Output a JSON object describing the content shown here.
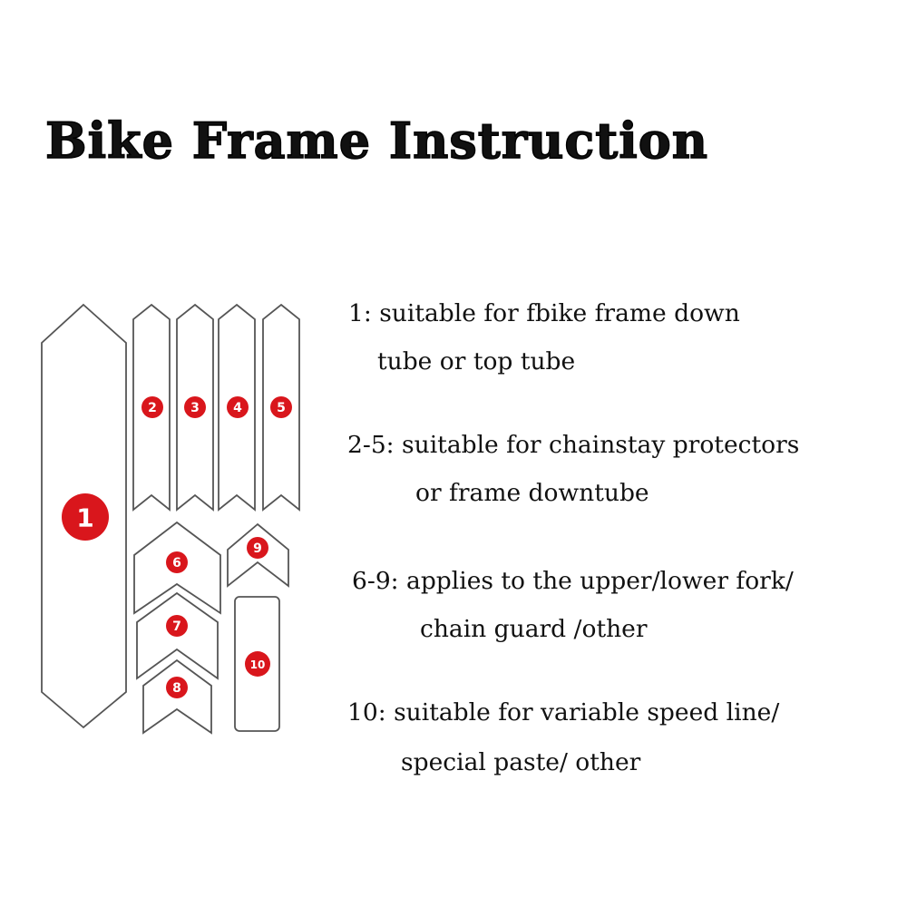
{
  "title": "Bike Frame Instruction",
  "colors": {
    "accent": "#d9161c",
    "outline": "#555555",
    "text": "#111111"
  },
  "pieces": {
    "p1": "1",
    "p2": "2",
    "p3": "3",
    "p4": "4",
    "p5": "5",
    "p6": "6",
    "p7": "7",
    "p8": "8",
    "p9": "9",
    "p10": "10"
  },
  "descriptions": [
    {
      "lines": [
        "1: suitable for fbike frame down",
        "tube or top tube"
      ]
    },
    {
      "lines": [
        "2-5: suitable for chainstay protectors",
        "or frame downtube"
      ]
    },
    {
      "lines": [
        "6-9: applies to the upper/lower fork/",
        "chain guard /other"
      ]
    },
    {
      "lines": [
        "10: suitable for variable speed line/",
        "special paste/ other"
      ]
    }
  ]
}
